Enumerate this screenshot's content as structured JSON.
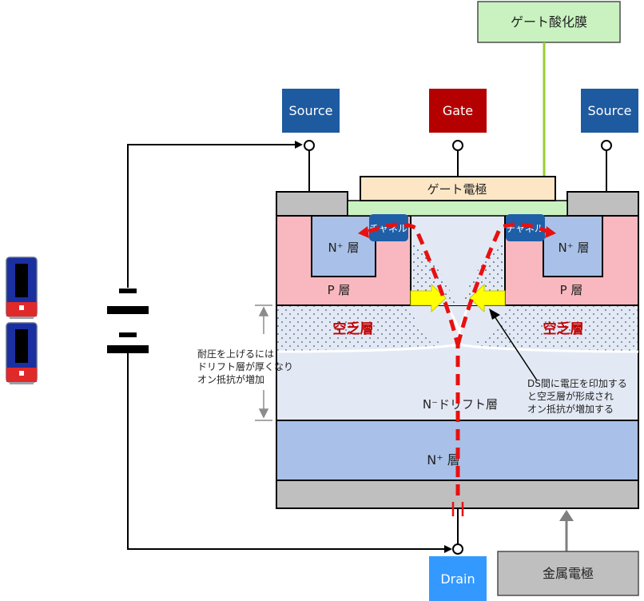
{
  "labels": {
    "gate_oxide": "ゲート酸化膜",
    "source_left": "Source",
    "gate": "Gate",
    "source_right": "Source",
    "gate_electrode": "ゲート電極",
    "channel_left": "チャネル",
    "channel_right": "チャネル",
    "n_plus_left": "N⁺ 層",
    "n_plus_right": "N⁺ 層",
    "p_left": "P 層",
    "p_right": "P 層",
    "depletion_left": "空乏層",
    "depletion_right": "空乏層",
    "n_minus_drift": "N⁻ドリフト層",
    "n_plus_substrate": "N⁺ 層",
    "drain": "Drain",
    "metal_electrode": "金属電極"
  },
  "notes": {
    "left": [
      "耐圧を上げるには",
      "ドリフト層が厚くなり",
      "オン抵抗が増加"
    ],
    "right": [
      "DS間に電圧を印加する",
      "と空乏層が形成され",
      "オン抵抗が増加する"
    ]
  },
  "colors": {
    "terminal_blue": "#1e5aa0",
    "gate_red": "#b40000",
    "drain_blue": "#3399ff",
    "oxide_green": "#c9f2c0",
    "electrode_peach": "#fde6c6",
    "p_layer_pink": "#f9b8bf",
    "n_plus_blue": "#a9c1e8",
    "drift_light": "#e3e9f4",
    "metal_gray": "#bfbfbf",
    "current_red": "#e81010",
    "depletion_text": "#c00000",
    "arrow_yellow": "#ffff00",
    "channel_navy": "#1f5fa8"
  }
}
